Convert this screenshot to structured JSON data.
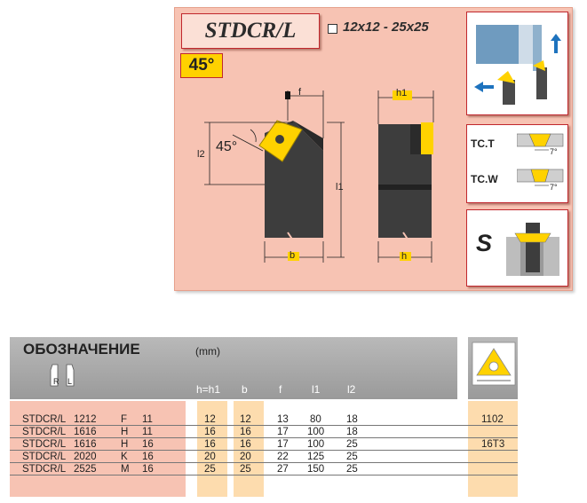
{
  "product": {
    "code": "STDCR/L",
    "angle": "45°",
    "size_range": "12x12 - 25x25"
  },
  "drawing": {
    "dim_f": "f",
    "dim_h1": "h1",
    "dim_l2": "l2",
    "dim_l1": "l1",
    "dim_b": "b",
    "dim_h": "h",
    "angle_label": "45°"
  },
  "sidebar": {
    "tc_t": "TC.T",
    "tc_w": "TC.W",
    "tc_angle_1": "7°",
    "tc_angle_2": "7°",
    "s": "S"
  },
  "table": {
    "heading": "ОБОЗНАЧЕНИЕ",
    "unit": "(mm)",
    "r_label": "R",
    "l_label": "L",
    "columns": [
      "h=h1",
      "b",
      "f",
      "l1",
      "l2"
    ],
    "rows": [
      {
        "name": "STDCR/L",
        "size": "1212",
        "cls": "F",
        "len": "11",
        "vals": [
          "12",
          "12",
          "13",
          "80",
          "18"
        ]
      },
      {
        "name": "STDCR/L",
        "size": "1616",
        "cls": "H",
        "len": "11",
        "vals": [
          "16",
          "16",
          "17",
          "100",
          "18"
        ]
      },
      {
        "name": "STDCR/L",
        "size": "1616",
        "cls": "H",
        "len": "16",
        "vals": [
          "16",
          "16",
          "17",
          "100",
          "25"
        ]
      },
      {
        "name": "STDCR/L",
        "size": "2020",
        "cls": "K",
        "len": "16",
        "vals": [
          "20",
          "20",
          "22",
          "125",
          "25"
        ]
      },
      {
        "name": "STDCR/L",
        "size": "2525",
        "cls": "M",
        "len": "16",
        "vals": [
          "25",
          "25",
          "27",
          "150",
          "25"
        ]
      }
    ],
    "inserts": [
      "1102",
      "16T3"
    ]
  },
  "colors": {
    "panel": "#f7c3b3",
    "accent_red": "#c1272d",
    "insert_yellow": "#ffd200",
    "highlight": "#fddcae",
    "header_gray": "#a8a8a8"
  }
}
